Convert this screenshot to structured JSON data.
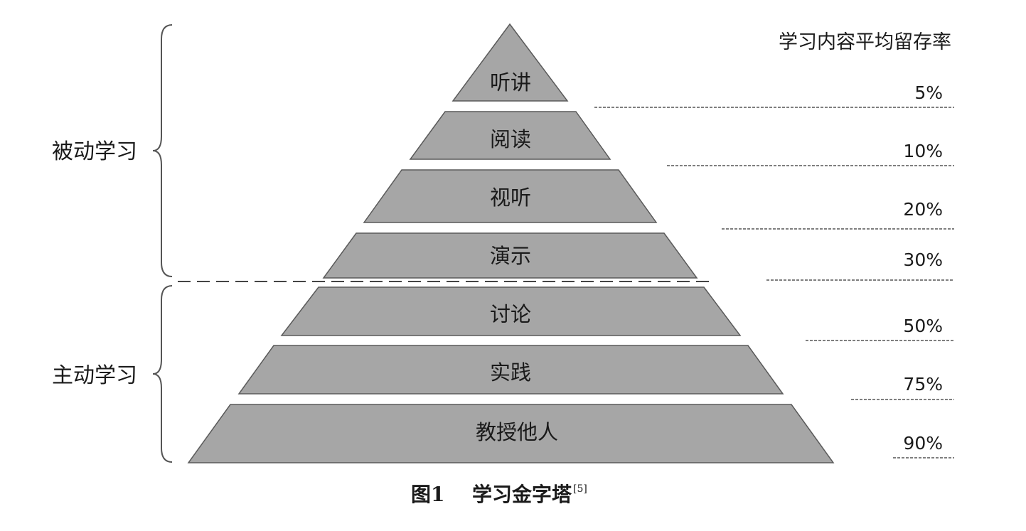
{
  "header": {
    "retention_title": "学习内容平均留存率"
  },
  "groups": [
    {
      "label": "被动学习"
    },
    {
      "label": "主动学习"
    }
  ],
  "levels": [
    {
      "label": "听讲",
      "rate": "5%"
    },
    {
      "label": "阅读",
      "rate": "10%"
    },
    {
      "label": "视听",
      "rate": "20%"
    },
    {
      "label": "演示",
      "rate": "30%"
    },
    {
      "label": "讨论",
      "rate": "50%"
    },
    {
      "label": "实践",
      "rate": "75%"
    },
    {
      "label": "教授他人",
      "rate": "90%"
    }
  ],
  "caption": {
    "figure_no": "图1",
    "title": "学习金字塔",
    "ref": "[5]"
  },
  "colors": {
    "tier_fill": "#a6a6a6",
    "tier_stroke": "#5a5a5a",
    "text": "#1a1a1a",
    "line": "#555555"
  }
}
